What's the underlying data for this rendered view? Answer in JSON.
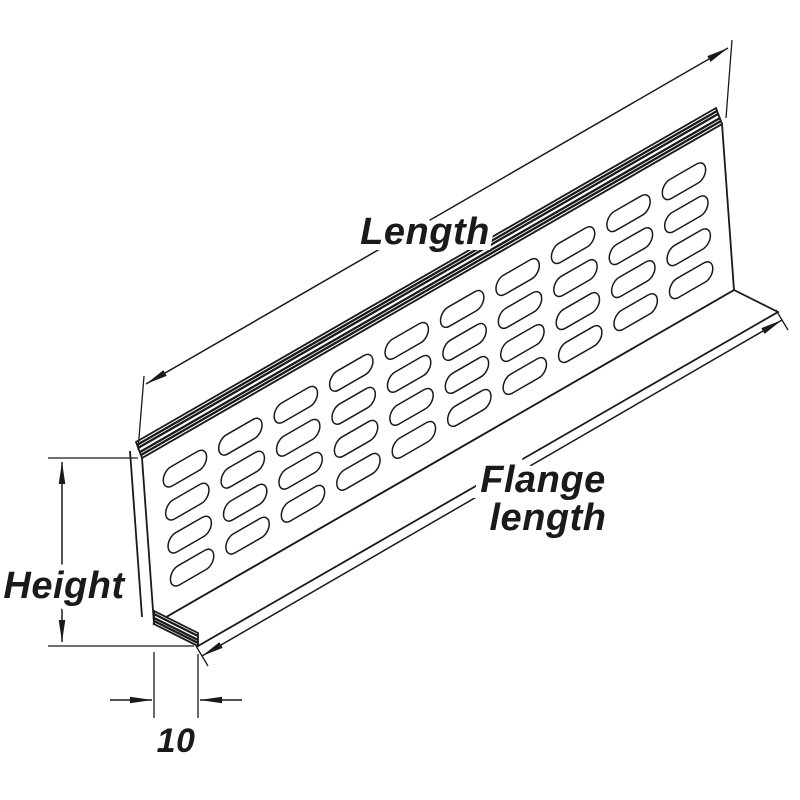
{
  "diagram": {
    "labels": {
      "length": "Length",
      "flange_length_line1": "Flange",
      "flange_length_line2": "length",
      "height": "Height",
      "flange_depth": "10"
    },
    "grille": {
      "slot_rows": 4,
      "slot_columns": 10
    },
    "colors": {
      "line": "#1a1a1a",
      "background": "#ffffff"
    }
  }
}
